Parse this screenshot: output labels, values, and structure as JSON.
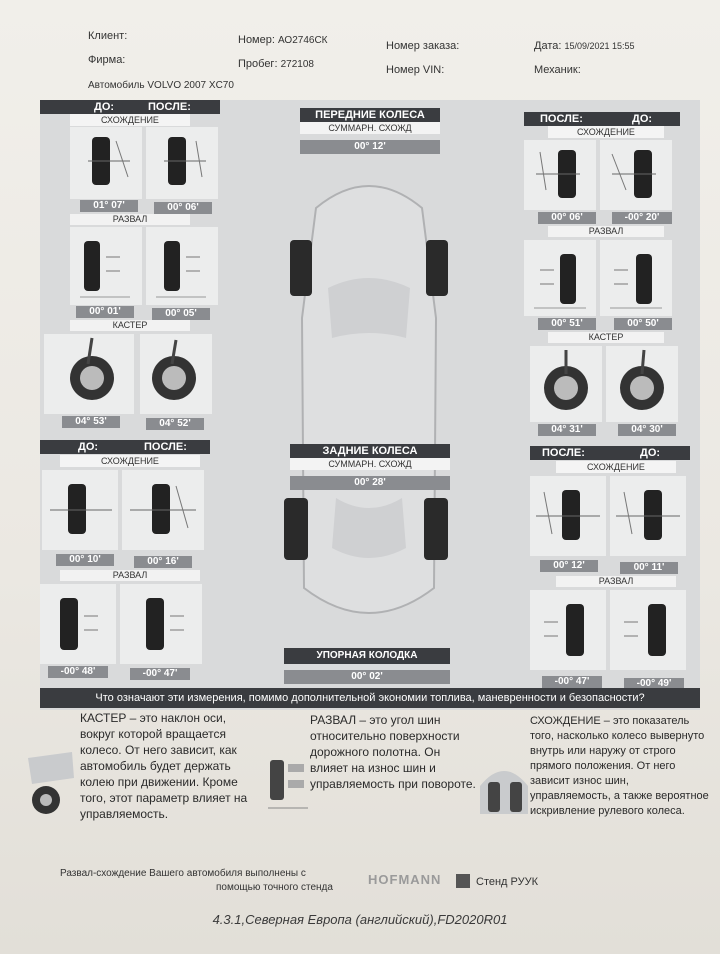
{
  "header": {
    "client_label": "Клиент:",
    "number_label": "Номер:",
    "number_value": "АО2746СК",
    "order_label": "Номер заказа:",
    "date_label": "Дата:",
    "date_value": "15/09/2021 15:55",
    "firm_label": "Фирма:",
    "mileage_label": "Пробег:",
    "mileage_value": "272108",
    "vin_label": "Номер VIN:",
    "mechanic_label": "Механик:",
    "car_label": "Автомобиль",
    "car_value": "VOLVO 2007 XC70"
  },
  "labels": {
    "before": "ДО:",
    "after": "ПОСЛЕ:",
    "toe": "СХОЖДЕНИЕ",
    "camber": "РАЗВАЛ",
    "caster": "КАСТЕР"
  },
  "front": {
    "title": "ПЕРЕДНИЕ КОЛЕСА",
    "total_label": "СУММАРН. СХОЖД",
    "total_value": "00° 12'",
    "left": {
      "toe_before": "01° 07'",
      "toe_after": "00° 06'",
      "camber_before": "00° 01'",
      "camber_after": "00° 05'",
      "caster_before": "04° 53'",
      "caster_after": "04° 52'"
    },
    "right": {
      "toe_after": "00° 06'",
      "toe_before": "-00° 20'",
      "camber_after": "00° 51'",
      "camber_before": "00° 50'",
      "caster_after": "04° 31'",
      "caster_before": "04° 30'"
    }
  },
  "rear": {
    "title": "ЗАДНИЕ КОЛЕСА",
    "total_label": "СУММАРН. СХОЖД",
    "total_value": "00° 28'",
    "thrust_label": "УПОРНАЯ КОЛОДКА",
    "thrust_value": "00° 02'",
    "left": {
      "toe_before": "00° 10'",
      "toe_after": "00° 16'",
      "camber_before": "-00° 48'",
      "camber_after": "-00° 47'"
    },
    "right": {
      "toe_after": "00° 12'",
      "toe_before": "00° 11'",
      "camber_after": "-00° 47'",
      "camber_before": "-00° 49'"
    }
  },
  "question": "Что означают эти измерения, помимо дополнительной экономии топлива, маневренности и безопасности?",
  "explanations": {
    "caster": "КАСТЕР – это наклон оси, вокруг которой вращается колесо. От него зависит, как автомобиль будет держать колею при движении. Кроме того, этот параметр влияет на управляемость.",
    "camber": "РАЗВАЛ – это угол шин относительно поверхности дорожного полотна. Он влияет на износ шин и управляемость при повороте.",
    "toe": "СХОЖДЕНИЕ – это показатель того, насколько колесо вывернуто внутрь или наружу от строго прямого положения. От него зависит износ шин, управляемость, а также вероятное искривление рулевого колеса."
  },
  "footer": {
    "line1": "Развал-схождение Вашего автомобиля выполнены с",
    "line2": "помощью точного стенда",
    "brand": "HOFMANN",
    "stand": "Стенд РУУК"
  },
  "bottom_text": "4.3.1,Северная Европа (английский),FD2020R01"
}
